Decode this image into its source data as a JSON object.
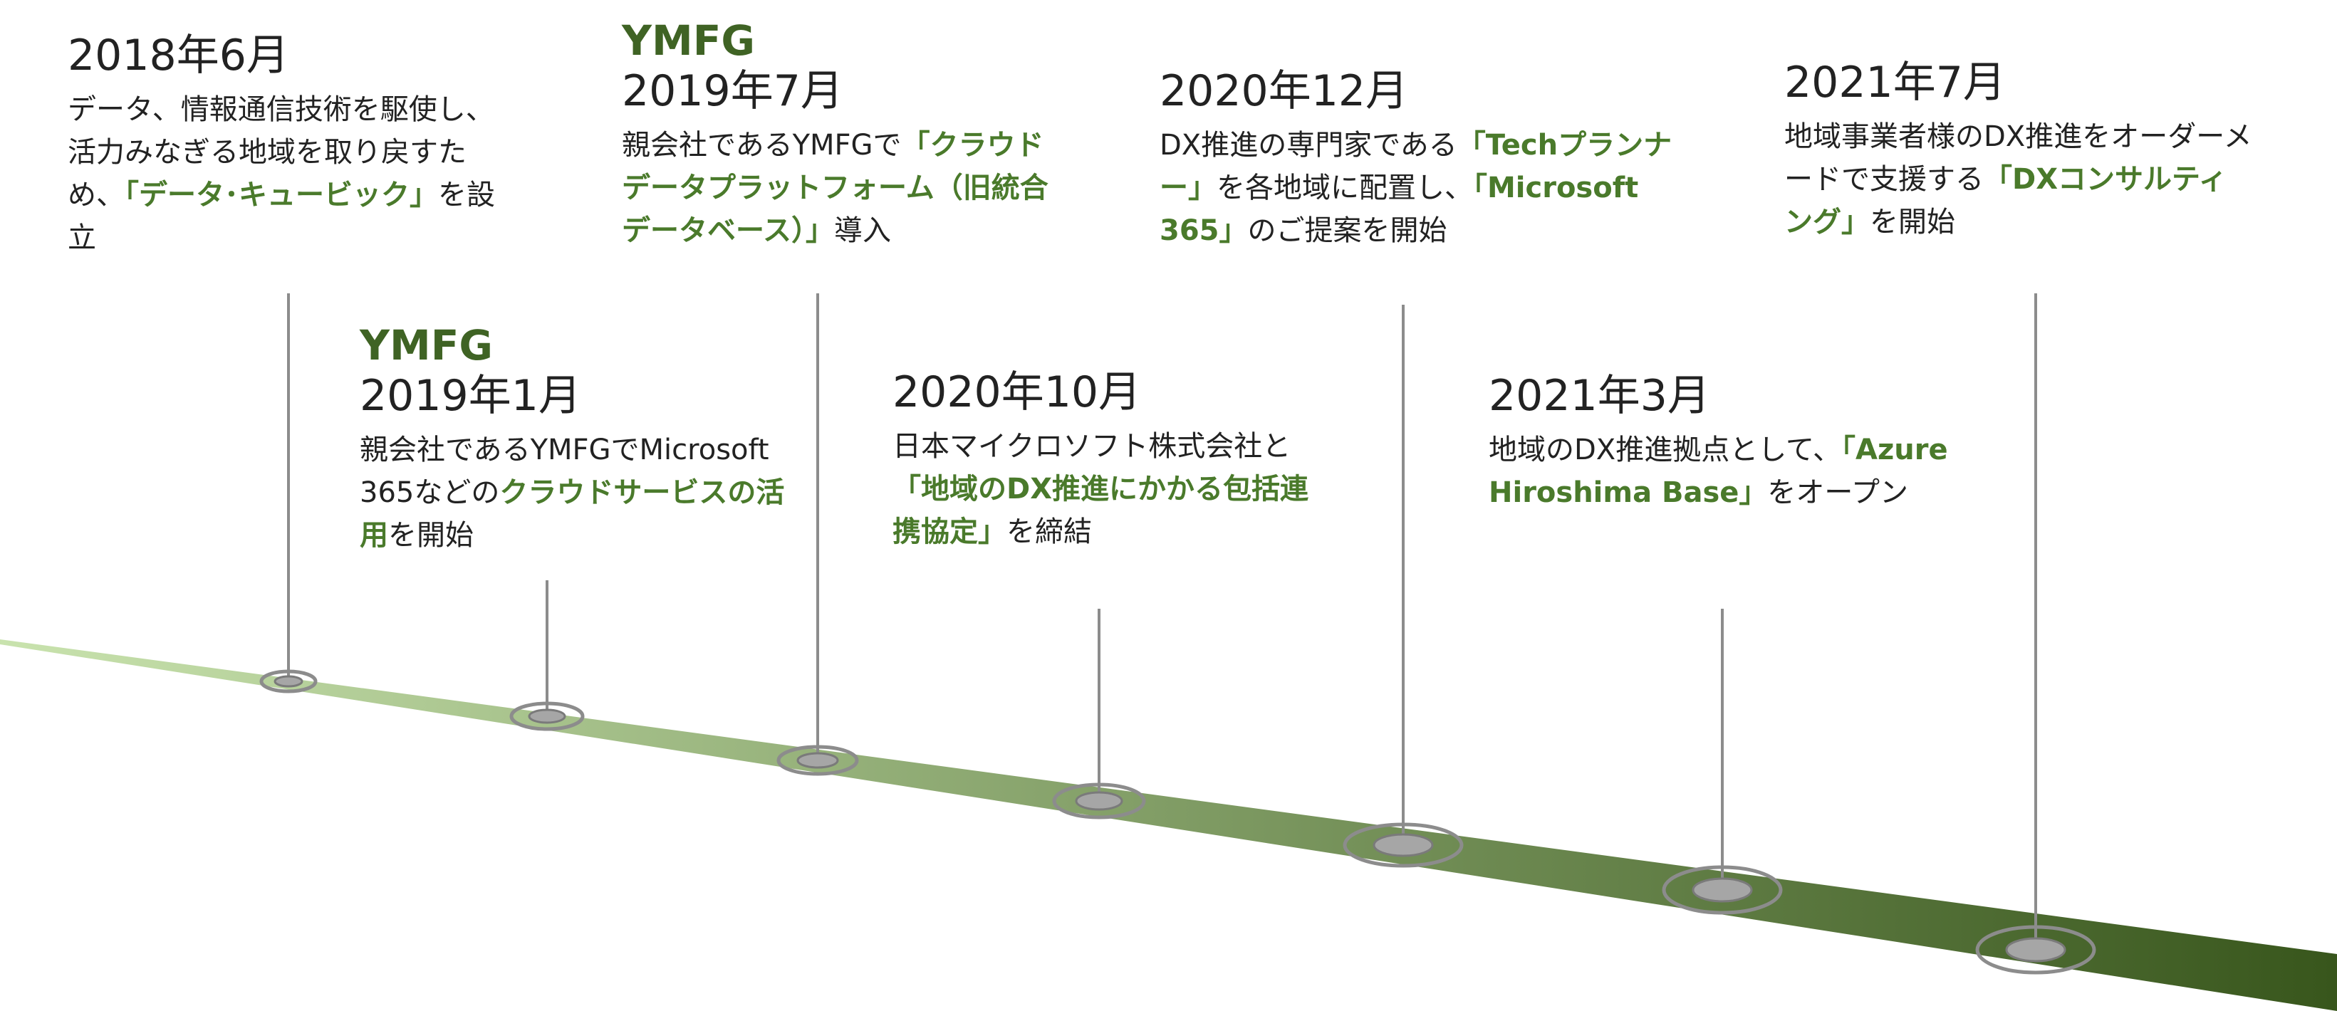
{
  "colors": {
    "accent": "#4a7a2b",
    "org_label": "#3f6324",
    "band_start": "#c9e3ae",
    "band_end": "#38561c",
    "stem": "#8c8c8c"
  },
  "events": [
    {
      "date": "2018年6月",
      "desc": [
        {
          "t": "データ、情報通信技術を駆使し、活力みなぎる地域を取り戻すため、",
          "hl": false
        },
        {
          "t": "「データ･キュービック」",
          "hl": true
        },
        {
          "t": "を設立",
          "hl": false
        }
      ]
    },
    {
      "org": "YMFG",
      "date": "2019年1月",
      "desc": [
        {
          "t": "親会社であるYMFGでMicrosoft 365などの",
          "hl": false
        },
        {
          "t": "クラウドサービスの活用",
          "hl": true
        },
        {
          "t": "を開始",
          "hl": false
        }
      ]
    },
    {
      "org": "YMFG",
      "date": "2019年7月",
      "desc": [
        {
          "t": "親会社であるYMFGで",
          "hl": false
        },
        {
          "t": "「クラウドデータプラットフォーム（旧統合データベース）」",
          "hl": true
        },
        {
          "t": "導入",
          "hl": false
        }
      ]
    },
    {
      "date": "2020年10月",
      "desc": [
        {
          "t": "日本マイクロソフト株式会社と",
          "hl": false
        },
        {
          "t": "「地域のDX推進にかかる包括連携協定」",
          "hl": true
        },
        {
          "t": "を締結",
          "hl": false
        }
      ]
    },
    {
      "date": "2020年12月",
      "desc": [
        {
          "t": "DX推進の専門家である",
          "hl": false
        },
        {
          "t": "「Techプランナー」",
          "hl": true
        },
        {
          "t": "を各地域に配置し、",
          "hl": false
        },
        {
          "t": "「Microsoft 365」",
          "hl": true
        },
        {
          "t": "のご提案を開始",
          "hl": false
        }
      ]
    },
    {
      "date": "2021年3月",
      "desc": [
        {
          "t": "地域のDX推進拠点として、",
          "hl": false
        },
        {
          "t": "「Azure Hiroshima Base」",
          "hl": true
        },
        {
          "t": "をオープン",
          "hl": false
        }
      ]
    },
    {
      "date": "2021年7月",
      "desc": [
        {
          "t": "地域事業者様のDX推進をオーダーメードで支援する",
          "hl": false
        },
        {
          "t": "「DXコンサルティング」",
          "hl": true
        },
        {
          "t": "を開始",
          "hl": false
        }
      ]
    }
  ]
}
